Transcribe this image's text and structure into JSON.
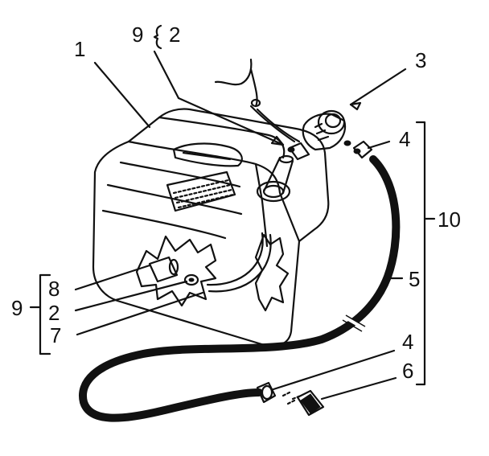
{
  "callouts": {
    "c1": "1",
    "c9_top": "9",
    "c2_top": "2",
    "c3": "3",
    "c4_top": "4",
    "c10": "10",
    "c5": "5",
    "c8": "8",
    "c9_left": "9",
    "c2_left": "2",
    "c7": "7",
    "c4_bottom": "4",
    "c6": "6"
  },
  "decal_lines": 5,
  "colors": {
    "ink": "#111111",
    "background": "#ffffff"
  }
}
